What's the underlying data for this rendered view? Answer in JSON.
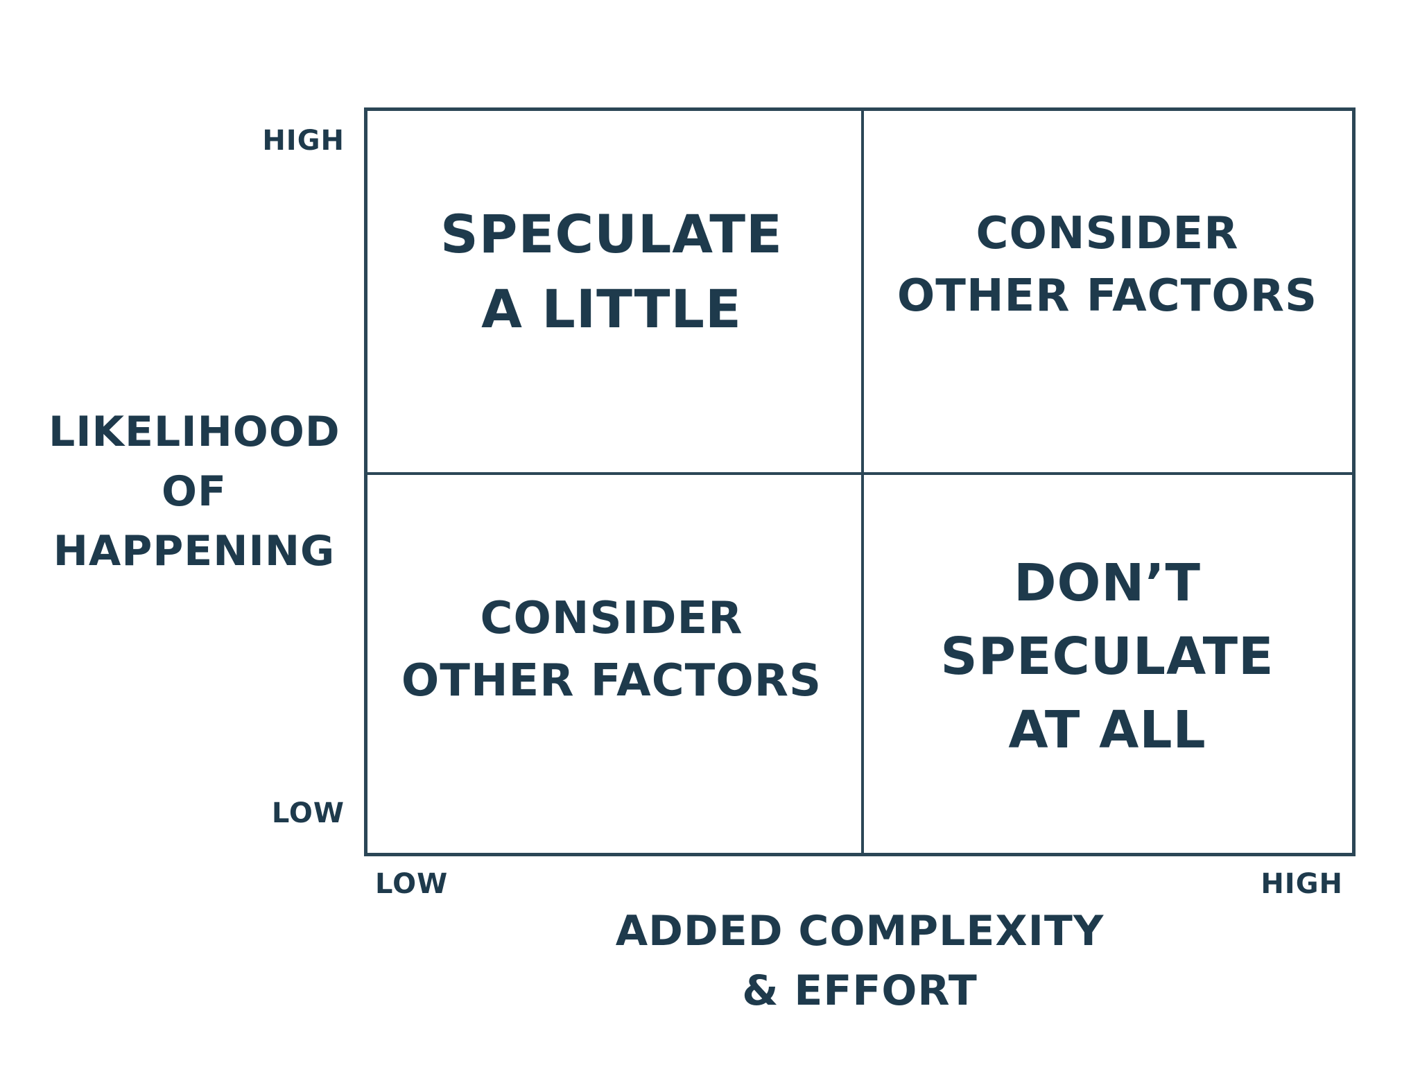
{
  "quadrants": {
    "top_left": "SPECULATE\nA  LITTLE",
    "top_right": "CONSIDER\nOTHER  FACTORS",
    "bottom_left": "CONSIDER\nOTHER  FACTORS",
    "bottom_right": "DON’T\nSPECULATE\nAT  ALL"
  },
  "y_axis": {
    "label": "LIKELIHOOD\nOF\nHAPPENING",
    "high": "HIGH",
    "low": "LOW"
  },
  "x_axis": {
    "label": "ADDED  COMPLEXITY\n&  EFFORT",
    "low": "LOW",
    "high": "HIGH"
  },
  "colors": {
    "ink": "#1e3a4c",
    "lines": "#2b4656",
    "background": "#ffffff"
  }
}
